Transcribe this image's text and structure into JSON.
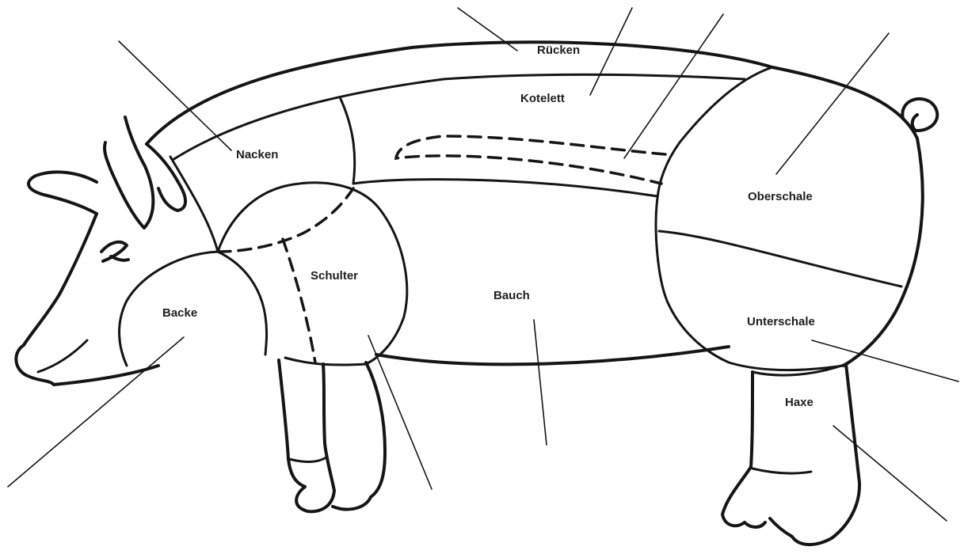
{
  "labels": {
    "ruecken": "Rücken",
    "kotelett": "Kotelett",
    "nacken": "Nacken",
    "oberschale": "Oberschale",
    "schulter": "Schulter",
    "bauch": "Bauch",
    "backe": "Backe",
    "unterschale": "Unterschale",
    "haxe": "Haxe"
  },
  "colors": {
    "line": "#151515",
    "text": "#1e1e1e",
    "background": "#ffffff"
  }
}
